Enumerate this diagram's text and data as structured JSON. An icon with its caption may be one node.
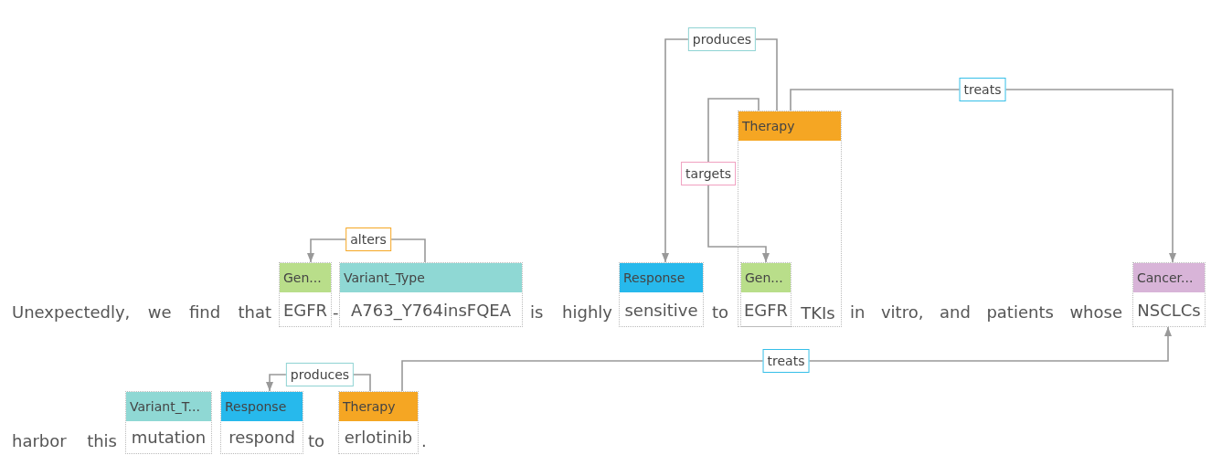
{
  "diagram": {
    "nodes": [
      {
        "text": [
          "Gen...",
          "EGFR"
        ]
      },
      {
        "text": [
          "Variant_Type",
          "A763_Y764insFQEA"
        ]
      },
      {
        "text": [
          "Response",
          "sensitive"
        ]
      },
      {
        "text": [
          "Therapy",
          "TKIs"
        ]
      },
      {
        "text": [
          "Gen...",
          "EGFR"
        ],
        "in": 3
      },
      {
        "text": [
          "Cancer...",
          "NSCLCs"
        ]
      },
      {
        "text": [
          "Variant_T...",
          "mutation"
        ]
      },
      {
        "text": [
          "Response",
          "respond"
        ]
      },
      {
        "text": [
          "Therapy",
          "erlotinib"
        ]
      }
    ],
    "edges": [
      {
        "from": 1,
        "to": 0,
        "arrow": "to",
        "label": "alters"
      },
      {
        "from": 3,
        "to": 2,
        "arrow": "to",
        "label": "produces"
      },
      {
        "from": 3,
        "to": 4,
        "arrow": "to",
        "label": "targets"
      },
      {
        "from": 3,
        "to": 5,
        "arrow": "to",
        "label": "treats"
      },
      {
        "from": 8,
        "to": 5,
        "arrow": "to",
        "label": "treats"
      },
      {
        "from": 8,
        "to": 7,
        "arrow": "to",
        "label": "produces"
      }
    ],
    "labels": [
      "Unexpectedly, we find that",
      "-",
      "is highly",
      "to",
      "in vitro, and patients whose",
      "harbor this",
      "to",
      "."
    ]
  }
}
